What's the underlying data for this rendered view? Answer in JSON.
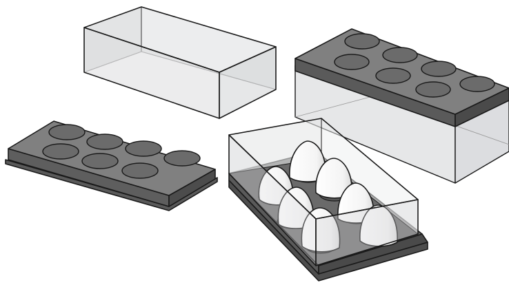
{
  "figure": {
    "description_text": "",
    "palette": {
      "outline": "#1a1a1a",
      "tray": "#7d7d7d",
      "tray_dark": "#4a4a4a",
      "well": "#6b6b6b",
      "egg": "#ffffff",
      "clear_plastic": "#e9eaeb",
      "clear_plastic_shade": "#d8d9da"
    },
    "objects": [
      {
        "name": "empty-clear-lid",
        "kind": "lid"
      },
      {
        "name": "closed-egg-carton",
        "kind": "tray-with-lid",
        "wells": 8
      },
      {
        "name": "empty-egg-tray",
        "kind": "tray",
        "wells": 8
      },
      {
        "name": "egg-carton-with-eggs",
        "kind": "tray-with-lid",
        "eggs": 6
      }
    ]
  }
}
